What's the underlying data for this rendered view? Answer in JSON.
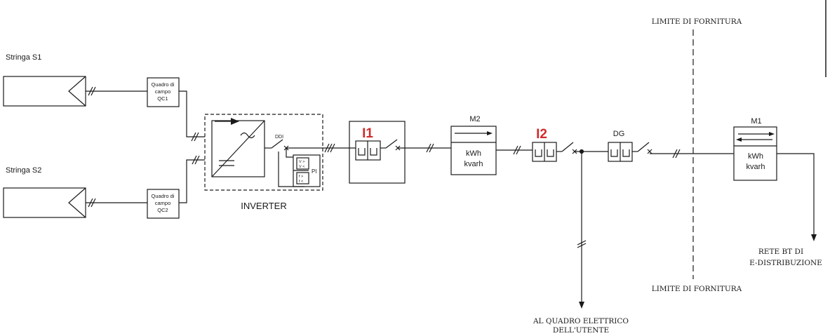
{
  "strings": {
    "s1": "Stringa S1",
    "s2": "Stringa S2"
  },
  "field_boxes": {
    "qc1": [
      "Quadro di",
      "campo",
      "QC1"
    ],
    "qc2": [
      "Quadro di",
      "campo",
      "QC2"
    ]
  },
  "inverter": {
    "label": "INVERTER",
    "ddi": "DDI",
    "pi": "PI",
    "protection_lines": [
      "V >",
      "V <",
      "f >",
      "f <"
    ]
  },
  "devices": {
    "i1": "I1",
    "i2": "I2",
    "dg": "DG"
  },
  "meters": {
    "m2": {
      "title": "M2",
      "units": [
        "kWh",
        "kvarh"
      ]
    },
    "m1": {
      "title": "M1",
      "units": [
        "kWh",
        "kvarh"
      ]
    }
  },
  "labels": {
    "limit_top": "LIMITE DI FORNITURA",
    "limit_bottom": "LIMITE DI FORNITURA",
    "grid": [
      "RETE BT DI",
      "E-DISTRIBUZIONE"
    ],
    "user_panel": [
      "AL QUADRO ELETTRICO",
      "DELL'UTENTE"
    ]
  },
  "colors": {
    "line": "#1a1a1a",
    "accent_red": "#d42a2a"
  }
}
